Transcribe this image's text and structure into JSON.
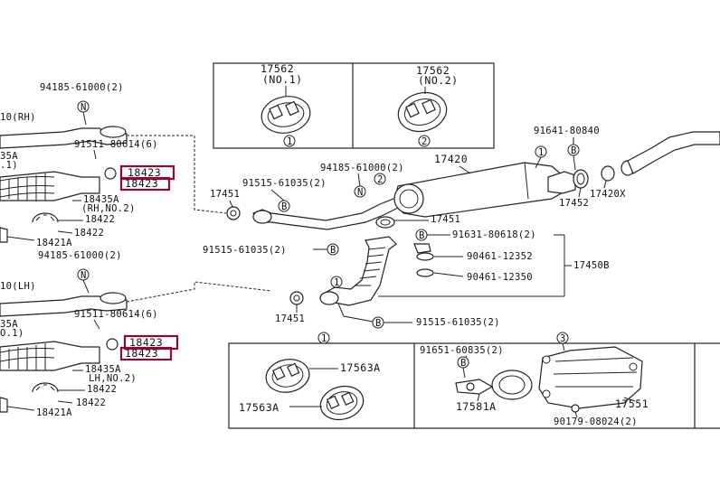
{
  "colors": {
    "highlight": "#8b0a3a",
    "ink": "#222222",
    "background": "#ffffff"
  },
  "callouts": {
    "n": "N",
    "b": "B",
    "one": "1",
    "two": "2",
    "three": "3"
  },
  "labels": {
    "p94185_top": "94185-61000(2)",
    "p10_rh": "10(RH)",
    "p435a_top": "35A",
    "p1_top": ".1)",
    "p91511_top": "91511-80614(6)",
    "p18423_a": "18423",
    "p18423_b": "18423",
    "p18435a_rh": "18435A",
    "p18435a_rh2": "(RH,NO.2)",
    "p18422_a": "18422",
    "p18422_b": "18422",
    "p18421a_top": "18421A",
    "p94185_mid": "94185-61000(2)",
    "p10_lh": "10(LH)",
    "p435a_bot": "35A",
    "p0_bot": "O.1)",
    "p91511_bot": "91511-80614(6)",
    "p18423_c": "18423",
    "p18423_d": "18423",
    "p18435a_lh": "18435A",
    "p18435a_lh2": "LH,NO.2)",
    "p18422_c": "18422",
    "p18422_d": "18422",
    "p18421a_bot": "18421A",
    "p17451_a": "17451",
    "p91515_a": "91515-61035(2)",
    "p94185_right": "94185-61000(2)",
    "p17420": "17420",
    "p17451_b": "17451",
    "p91515_b": "91515-61035(2)",
    "p91641": "91641-80840",
    "p17452": "17452",
    "p17420x": "17420X",
    "p91631": "91631-80618(2)",
    "p90461_a": "90461-12352",
    "p17450b": "17450B",
    "p90461_b": "90461-12350",
    "p17451_c": "17451",
    "p91515_c": "91515-61035(2)",
    "p17562_1": "17562",
    "p17562_1n": "(NO.1)",
    "p17562_2": "17562",
    "p17562_2n": "(NO.2)",
    "p17563a_1": "17563A",
    "p17563a_2": "17563A",
    "p91651": "91651-60835(2)",
    "p17581a": "17581A",
    "p17551": "17551",
    "p90179": "90179-08024(2)"
  }
}
